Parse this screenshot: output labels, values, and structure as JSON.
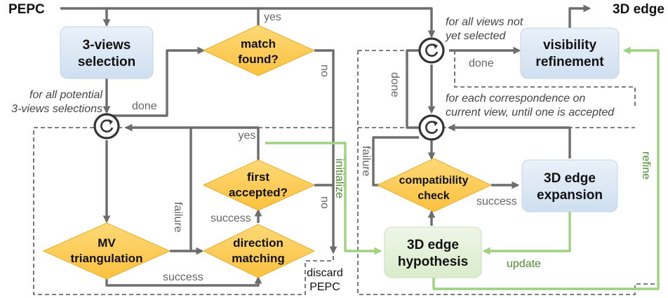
{
  "input_label": "PEPC",
  "output_label": "3D edge",
  "nodes": {
    "three_views_selection": [
      "3-views",
      "selection"
    ],
    "match_found": [
      "match",
      "found?"
    ],
    "mv_triangulation": [
      "MV",
      "triangulation"
    ],
    "direction_matching": [
      "direction",
      "matching"
    ],
    "first_accepted": [
      "first",
      "accepted?"
    ],
    "discard": [
      "discard",
      "PEPC"
    ],
    "visibility_refinement": [
      "visibility",
      "refinement"
    ],
    "compatibility_check": [
      "compatibility",
      "check"
    ],
    "edge_expansion": [
      "3D edge",
      "expansion"
    ],
    "edge_hypothesis": [
      "3D edge",
      "hypothesis"
    ]
  },
  "loop_labels": {
    "potential_selections": [
      "for all potential",
      "3-views selections"
    ],
    "views_not_selected": [
      "for all views not",
      "yet selected"
    ],
    "each_correspondence": [
      "for each correspondence on",
      "current view, until one is accepted"
    ]
  },
  "edge_labels": {
    "yes_match": "yes",
    "no_match": "no",
    "done_left": "done",
    "yes_first": "yes",
    "no_first": "no",
    "failure_left": "failure",
    "success_direction": "success",
    "success_bottom": "success",
    "initialize": "initialize",
    "done_right": "done",
    "done_vertical": "done",
    "failure_right": "failure",
    "success_right": "success",
    "update": "update",
    "refine": "refine"
  },
  "colors": {
    "flow": "#6d6d6d",
    "green_flow": "#9fd27e",
    "process_box": "#dbe7f3",
    "decision": "#fdc94f",
    "hypothesis_box": "#e4f0da"
  }
}
